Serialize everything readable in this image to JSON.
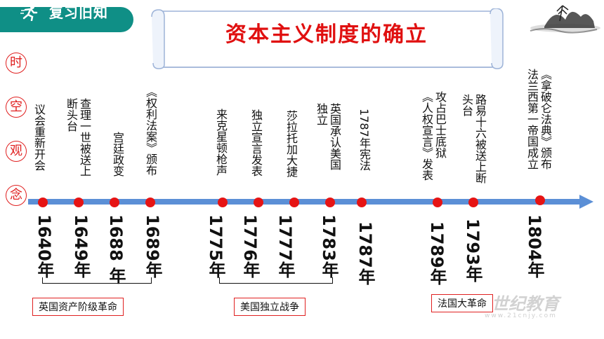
{
  "badge": {
    "label": "复习旧知",
    "icon": "runner-icon"
  },
  "title": "资本主义制度的确立",
  "side_labels": [
    "时",
    "空",
    "观",
    "念"
  ],
  "events": [
    {
      "text": "议会重新开会",
      "year": "1640年"
    },
    {
      "text": "查理一世被送上\n断头台",
      "year": "1649年"
    },
    {
      "text": "宫廷政变",
      "year": "1688 年"
    },
    {
      "text": "《权利法案》颁布",
      "year": "1689年"
    },
    {
      "text": "来克星顿枪声",
      "year": "1775年"
    },
    {
      "text": "独立宣言发表",
      "year": "1776年"
    },
    {
      "text": "莎拉托加大捷",
      "year": "1777年"
    },
    {
      "text": "英国承认美国\n独立",
      "year": "1783年"
    },
    {
      "text": "1787年宪法",
      "year": "1787年"
    },
    {
      "text": "攻占巴士底狱\n《人权宣言》发表",
      "year": "1789年"
    },
    {
      "text": "路易十六被送上断\n头台",
      "year": "1793年"
    },
    {
      "text": "《拿破仑法典》颁布\n法兰西第一帝国成立",
      "year": "1804年"
    }
  ],
  "groups": [
    "英国资产阶级革命",
    "美国独立战争",
    "法国大革命"
  ],
  "watermark": "世纪教育",
  "watermark_url": "www.21cnjy.com",
  "colors": {
    "accent": "#0f8f86",
    "red": "#e61414",
    "timeline": "#5b8fd6"
  }
}
